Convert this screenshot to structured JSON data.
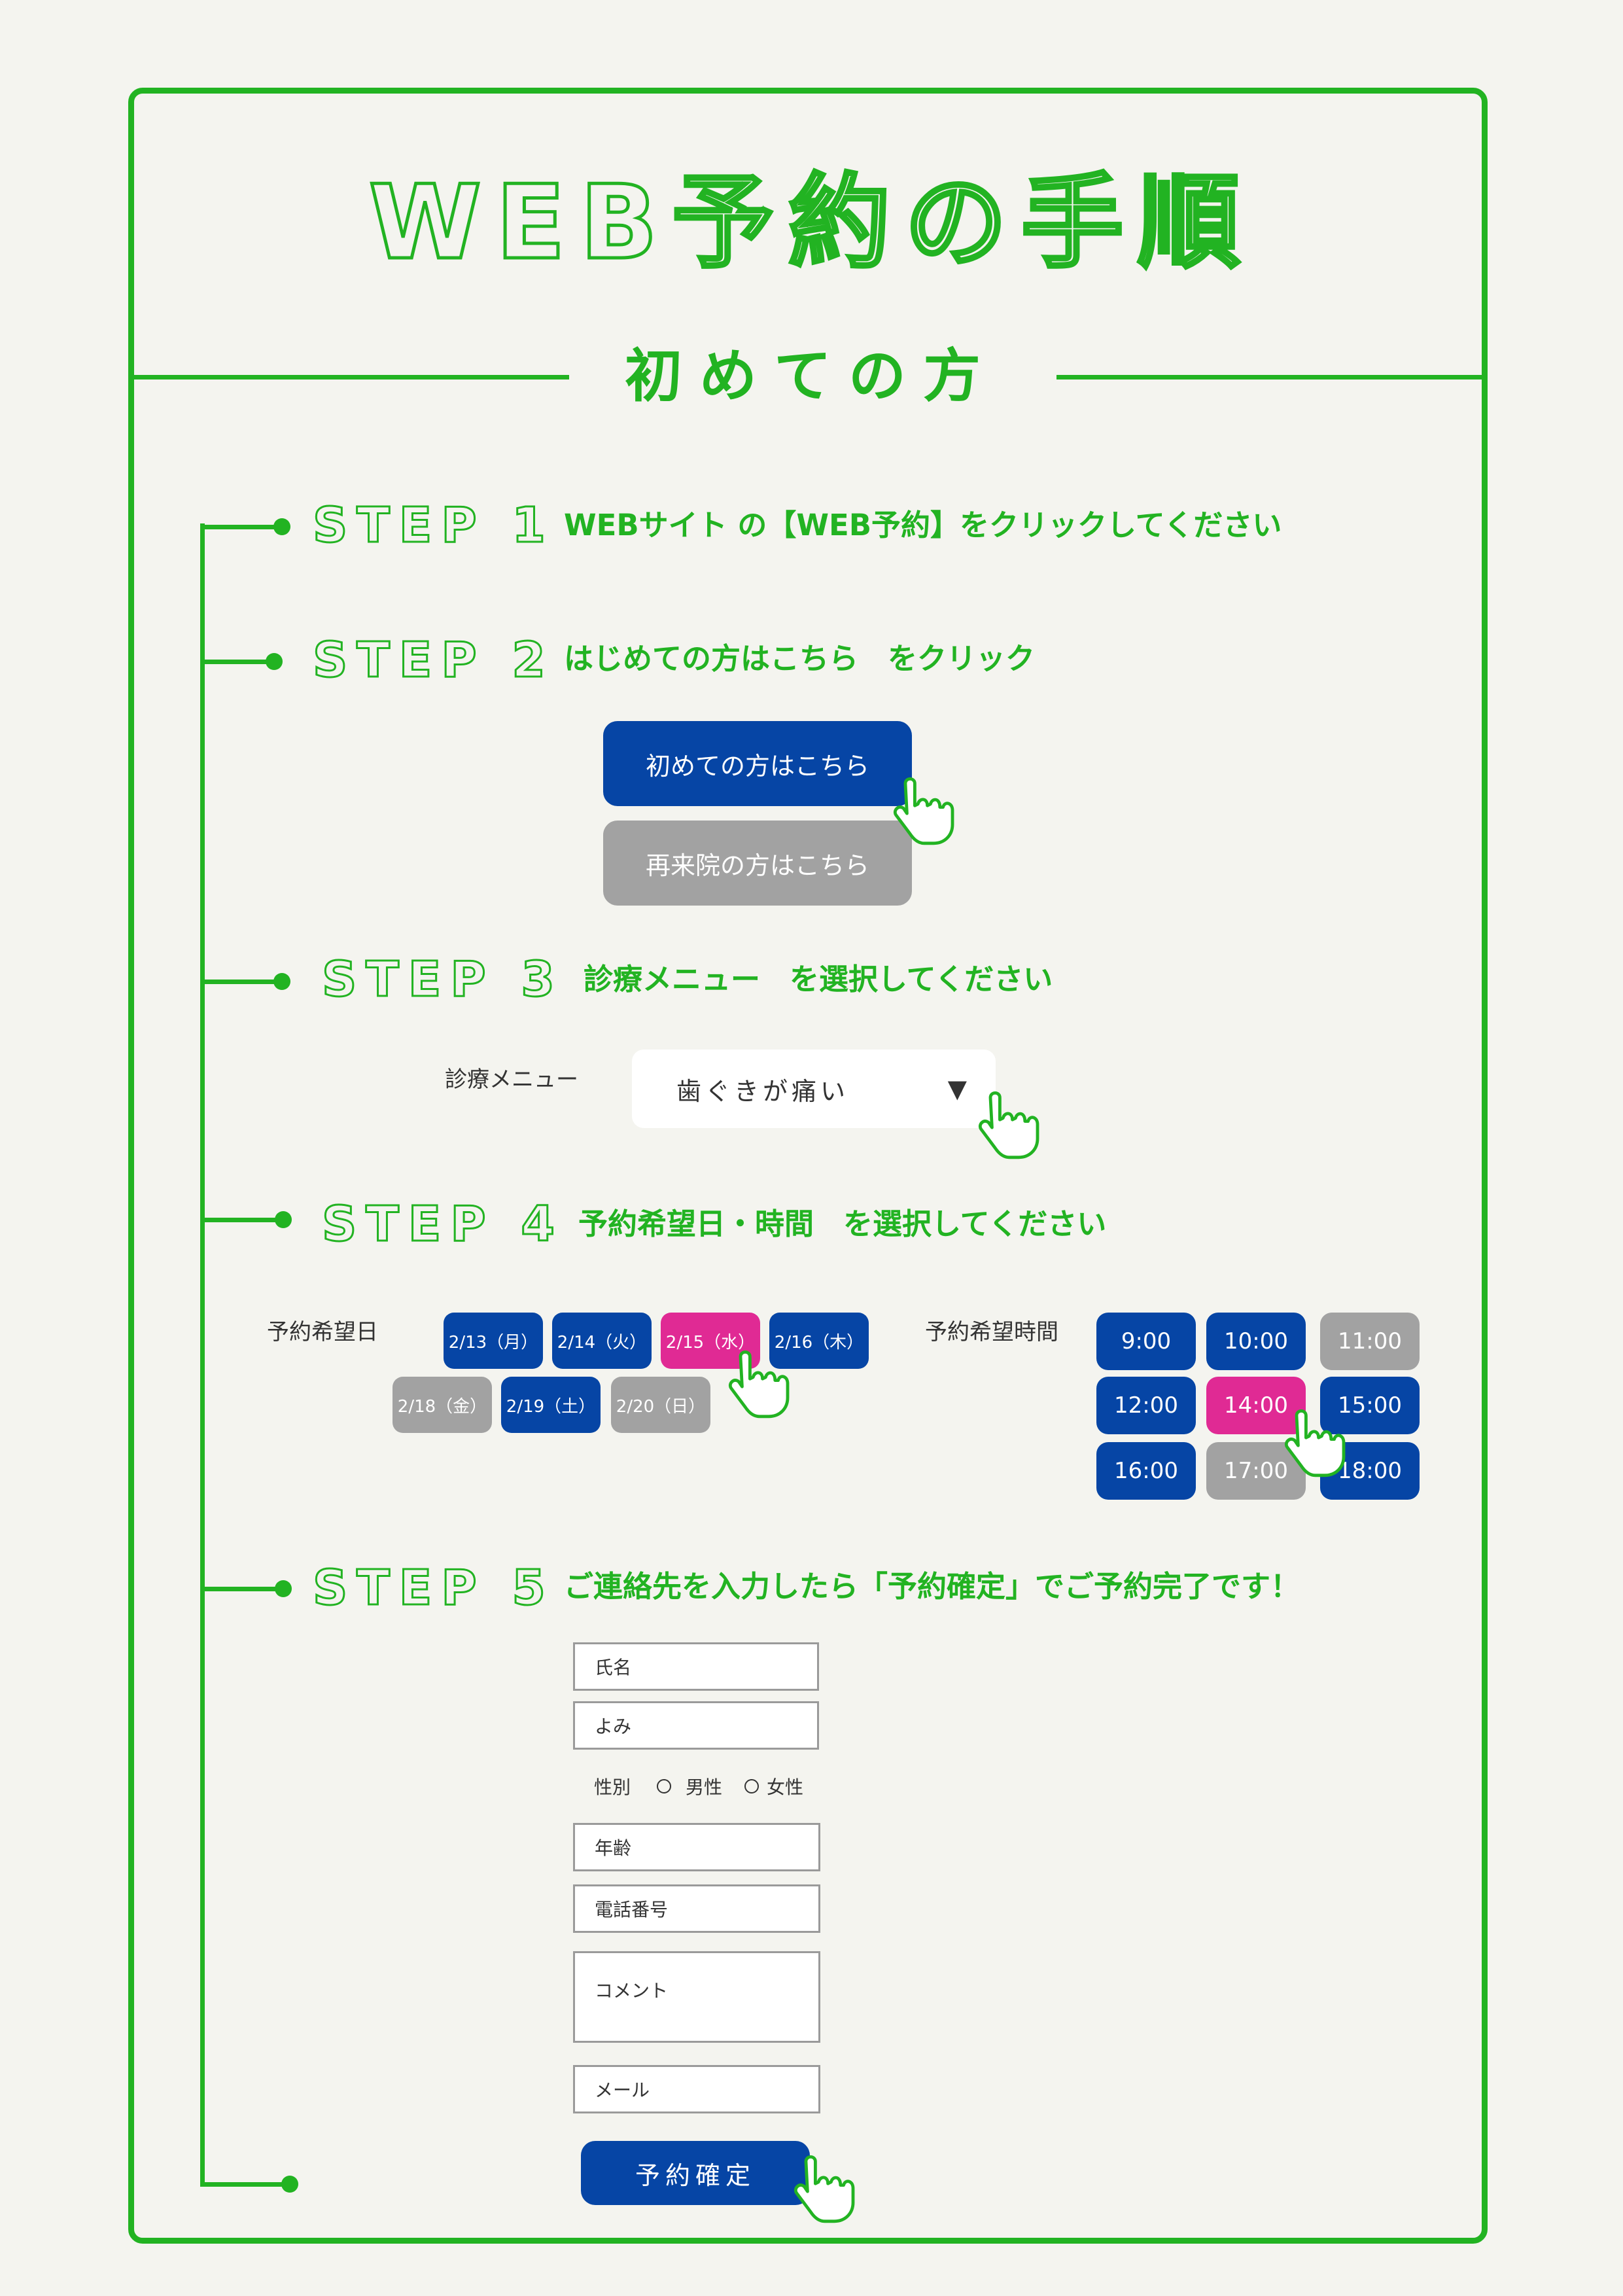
{
  "title": "WEB予約の手順",
  "subtitle": "初めての方",
  "steps": [
    {
      "label": "STEP 1",
      "desc": "WEBサイト の【WEB予約】をクリックしてください"
    },
    {
      "label": "STEP 2",
      "desc": "はじめての方はこちら　をクリック"
    },
    {
      "label": "STEP 3",
      "desc": "診療メニュー　を選択してください"
    },
    {
      "label": "STEP 4",
      "desc": "予約希望日・時間　を選択してください"
    },
    {
      "label": "STEP 5",
      "desc": "ご連絡先を入力したら「予約確定」でご予約完了です！"
    }
  ],
  "step2": {
    "first_button": "初めての方はこちら",
    "return_button": "再来院の方はこちら"
  },
  "step3": {
    "menu_label": "診療メニュー",
    "menu_value": "歯ぐきが痛い"
  },
  "step4": {
    "date_label": "予約希望日",
    "time_label": "予約希望時間",
    "dates": [
      "2/13（月）",
      "2/14（火）",
      "2/15（水）",
      "2/16（木）",
      "2/18（金）",
      "2/19（土）",
      "2/20（日）"
    ],
    "times": [
      "9:00",
      "10:00",
      "11:00",
      "12:00",
      "14:00",
      "15:00",
      "16:00",
      "17:00",
      "18:00"
    ]
  },
  "step5": {
    "name_field": "氏名",
    "kana_field": "よみ",
    "gender_label": "性別",
    "gender_male": "男性",
    "gender_female": "女性",
    "age_field": "年齢",
    "phone_field": "電話番号",
    "comment_field": "コメント",
    "mail_field": "メール",
    "submit_button": "予約確定"
  },
  "colors": {
    "green": "#22b322",
    "blue": "#0645a5",
    "gray": "#a2a2a2",
    "pink": "#e02a94",
    "background": "#f4f4ef"
  }
}
